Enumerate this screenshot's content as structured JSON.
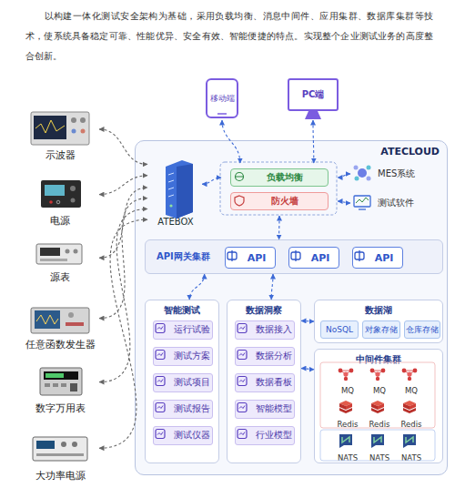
{
  "diagram": {
    "nodes": [
      {
        "text": [
          "移动端"
        ]
      },
      {
        "text": [
          "PC端"
        ]
      },
      {
        "text": [
          "示波器"
        ]
      },
      {
        "text": [
          "电源"
        ]
      },
      {
        "text": [
          "源表"
        ]
      },
      {
        "text": [
          "任意函数发生器"
        ]
      },
      {
        "text": [
          "数字万用表"
        ]
      },
      {
        "text": [
          "大功率电源"
        ]
      },
      {
        "text": [
          "ATECLOUD"
        ]
      },
      {
        "text": [
          "ATEBOX"
        ],
        "in": 8
      },
      {
        "text": [
          "负载均衡"
        ],
        "in": 8
      },
      {
        "text": [
          "防火墙"
        ],
        "in": 8
      },
      {
        "text": [
          "MES系统"
        ],
        "in": 8
      },
      {
        "text": [
          "测试软件"
        ],
        "in": 8
      },
      {
        "text": [
          "API网关集群"
        ],
        "in": 8
      },
      {
        "text": [
          "API"
        ],
        "in": 14
      },
      {
        "text": [
          "API"
        ],
        "in": 14
      },
      {
        "text": [
          "API"
        ],
        "in": 14
      },
      {
        "text": [
          "智能测试"
        ],
        "in": 8
      },
      {
        "text": [
          "运行试验"
        ],
        "in": 18
      },
      {
        "text": [
          "测试方案"
        ],
        "in": 18
      },
      {
        "text": [
          "测试项目"
        ],
        "in": 18
      },
      {
        "text": [
          "测试报告"
        ],
        "in": 18
      },
      {
        "text": [
          "测试仪器"
        ],
        "in": 18
      },
      {
        "text": [
          "数据洞察"
        ],
        "in": 8
      },
      {
        "text": [
          "数据接入"
        ],
        "in": 24
      },
      {
        "text": [
          "数据分析"
        ],
        "in": 24
      },
      {
        "text": [
          "数据看板"
        ],
        "in": 24
      },
      {
        "text": [
          "智能模型"
        ],
        "in": 24
      },
      {
        "text": [
          "行业模型"
        ],
        "in": 24
      },
      {
        "text": [
          "数据湖"
        ],
        "in": 8
      },
      {
        "text": [
          "NoSQL"
        ],
        "in": 30
      },
      {
        "text": [
          "对象存储"
        ],
        "in": 30
      },
      {
        "text": [
          "仓库存储"
        ],
        "in": 30
      },
      {
        "text": [
          "中间件集群"
        ],
        "in": 8
      },
      {
        "text": [
          "MQ"
        ],
        "in": 34
      },
      {
        "text": [
          "MQ"
        ],
        "in": 34
      },
      {
        "text": [
          "MQ"
        ],
        "in": 34
      },
      {
        "text": [
          "Redis"
        ],
        "in": 34
      },
      {
        "text": [
          "Redis"
        ],
        "in": 34
      },
      {
        "text": [
          "Redis"
        ],
        "in": 34
      },
      {
        "text": [
          "NATS"
        ],
        "in": 34
      },
      {
        "text": [
          "NATS"
        ],
        "in": 34
      },
      {
        "text": [
          "NATS"
        ],
        "in": 34
      }
    ],
    "edges": [
      {
        "from": 0,
        "to": 10,
        "arrow": "both"
      },
      {
        "from": 1,
        "to": 10,
        "arrow": "both"
      },
      {
        "from": 2,
        "to": 9,
        "arrow": "both"
      },
      {
        "from": 3,
        "to": 9,
        "arrow": "both"
      },
      {
        "from": 4,
        "to": 9,
        "arrow": "both"
      },
      {
        "from": 5,
        "to": 9,
        "arrow": "both"
      },
      {
        "from": 6,
        "to": 9,
        "arrow": "both"
      },
      {
        "from": 7,
        "to": 9,
        "arrow": "both"
      },
      {
        "from": 9,
        "to": 10,
        "arrow": "both"
      },
      {
        "from": 12,
        "to": 10,
        "arrow": "both"
      },
      {
        "from": 13,
        "to": 11,
        "arrow": "both"
      },
      {
        "from": 11,
        "to": 14,
        "arrow": "both"
      },
      {
        "from": 14,
        "to": 18,
        "arrow": "both"
      },
      {
        "from": 14,
        "to": 24,
        "arrow": "both"
      },
      {
        "from": 24,
        "to": 30,
        "arrow": "both"
      },
      {
        "from": 24,
        "to": 34,
        "arrow": "both"
      }
    ],
    "labels": [
      "以构建一体化测试安全架构为基础，采用负载均衡、消息中间件、应用集群、数据库集群等技术，使系统具备稳定可靠、性能优异、安全有效、智能便捷的特点。实现整个企业测试业务的高度整合创新。"
    ]
  }
}
